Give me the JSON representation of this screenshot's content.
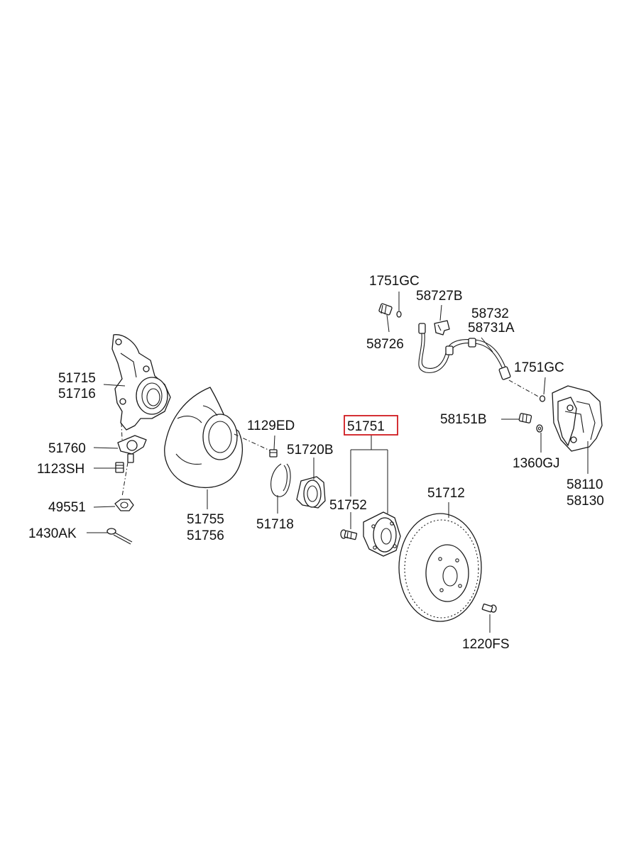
{
  "labels": {
    "l1751gc_top": "1751GC",
    "l58727b": "58727B",
    "l58732": "58732",
    "l58731a": "58731A",
    "l58726": "58726",
    "l1751gc_right": "1751GC",
    "l51715": "51715",
    "l51716": "51716",
    "l1129ed": "1129ED",
    "l51751": "51751",
    "l58151b": "58151B",
    "l51760": "51760",
    "l51720b": "51720B",
    "l1360gj": "1360GJ",
    "l1123sh": "1123SH",
    "l58110": "58110",
    "l58130": "58130",
    "l51712": "51712",
    "l49551": "49551",
    "l51752": "51752",
    "l51755": "51755",
    "l51756": "51756",
    "l51718": "51718",
    "l1430ak": "1430AK",
    "l1220fs": "1220FS"
  },
  "highlight": {
    "part": "51751",
    "color": "#d0191f"
  }
}
